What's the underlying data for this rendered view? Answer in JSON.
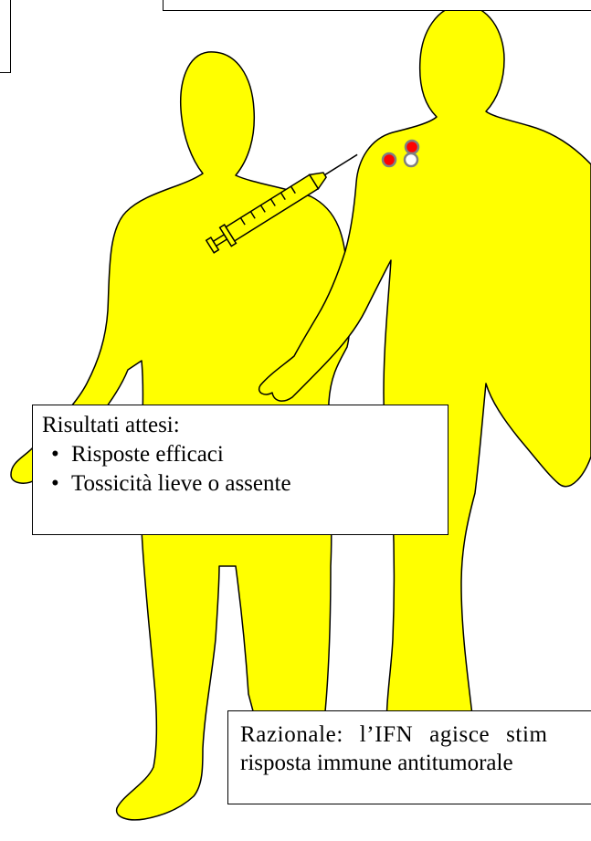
{
  "colors": {
    "figure_fill": "#ffff00",
    "outline": "#000000",
    "marker_red": "#ff0000",
    "marker_white": "#ffffff",
    "marker_ring": "#808080",
    "box_fill": "#ffffff"
  },
  "icons": [
    "syringe-icon",
    "body-silhouette"
  ],
  "results_box": {
    "heading": "Risultati attesi:",
    "items": [
      "Risposte efficaci",
      "Tossicità lieve o assente"
    ],
    "bullet": "•"
  },
  "rationale_box": {
    "line1": "Razionale: l’IFN agisce stim",
    "line2": "risposta immune antitumorale"
  }
}
